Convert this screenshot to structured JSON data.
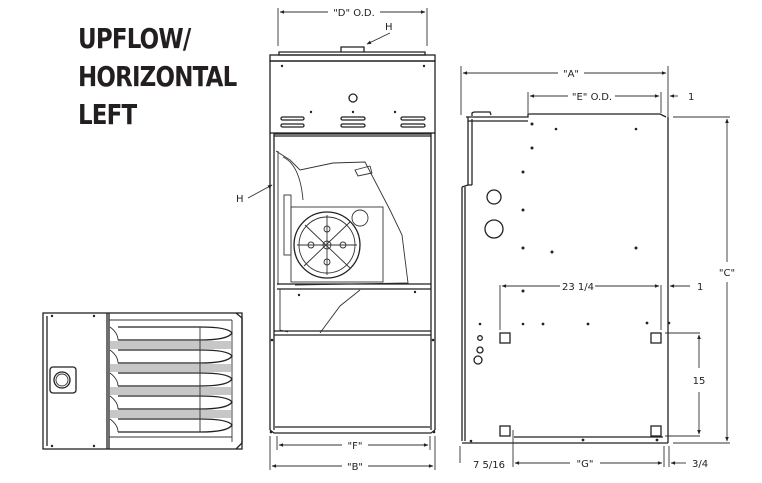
{
  "title": {
    "lines": [
      "UPFLOW/",
      "HORIZONTAL",
      "LEFT"
    ]
  },
  "front_view": {
    "dimension_top": "\"D\" O.D.",
    "callout_top": "H",
    "callout_left": "H",
    "dimension_bottom_inner": "\"F\"",
    "dimension_bottom_outer": "\"B\""
  },
  "side_view": {
    "dimension_overall_width": "\"A\"",
    "dimension_outlet": "\"E\" O.D.",
    "offset_top_right": "1",
    "dimension_height": "\"C\"",
    "dimension_mount_width": "23 1/4",
    "offset_mount_right": "1",
    "dimension_mount_height": "15",
    "offset_bottom_left": "7 5/16",
    "dimension_bottom": "\"G\"",
    "offset_bottom_right": "3/4"
  },
  "horizontal_view": {
    "label": "horizontal-heat-exchanger-view"
  },
  "colors": {
    "line": "#222222",
    "text": "#231f20",
    "background": "#ffffff"
  }
}
